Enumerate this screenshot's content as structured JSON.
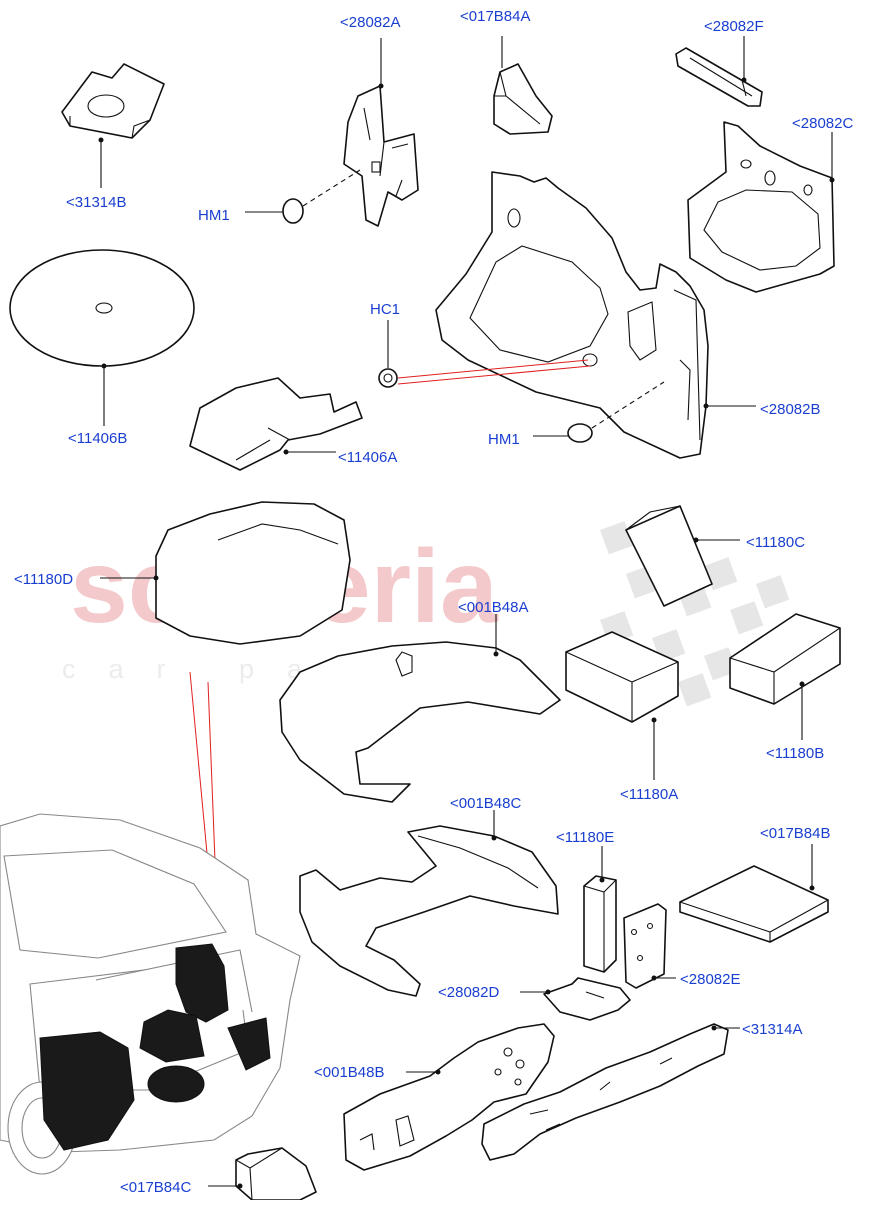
{
  "watermark": {
    "brand": "scuderia",
    "sub": "car parts",
    "brand_color": "#f4c9cc",
    "checker_color": "#e6e6e6"
  },
  "colors": {
    "callout_text": "#1a3fd0",
    "outline": "#111111",
    "pointer_lines": "#e02020"
  },
  "callouts": {
    "c31314B": "<31314B",
    "c28082A": "<28082A",
    "c017B84A": "<017B84A",
    "c28082F": "<28082F",
    "c28082C": "<28082C",
    "hm1_top": "HM1",
    "c11406B": "<11406B",
    "hc1": "HC1",
    "c11406A": "<11406A",
    "c28082B": "<28082B",
    "hm1_bottom": "HM1",
    "c11180D": "<11180D",
    "c11180C": "<11180C",
    "c001B48A": "<001B48A",
    "c11180B": "<11180B",
    "c11180A": "<11180A",
    "c001B48C": "<001B48C",
    "c11180E": "<11180E",
    "c017B84B": "<017B84B",
    "c28082D": "<28082D",
    "c28082E": "<28082E",
    "c31314A": "<31314A",
    "c001B48B": "<001B48B",
    "c017B84C": "<017B84C"
  }
}
